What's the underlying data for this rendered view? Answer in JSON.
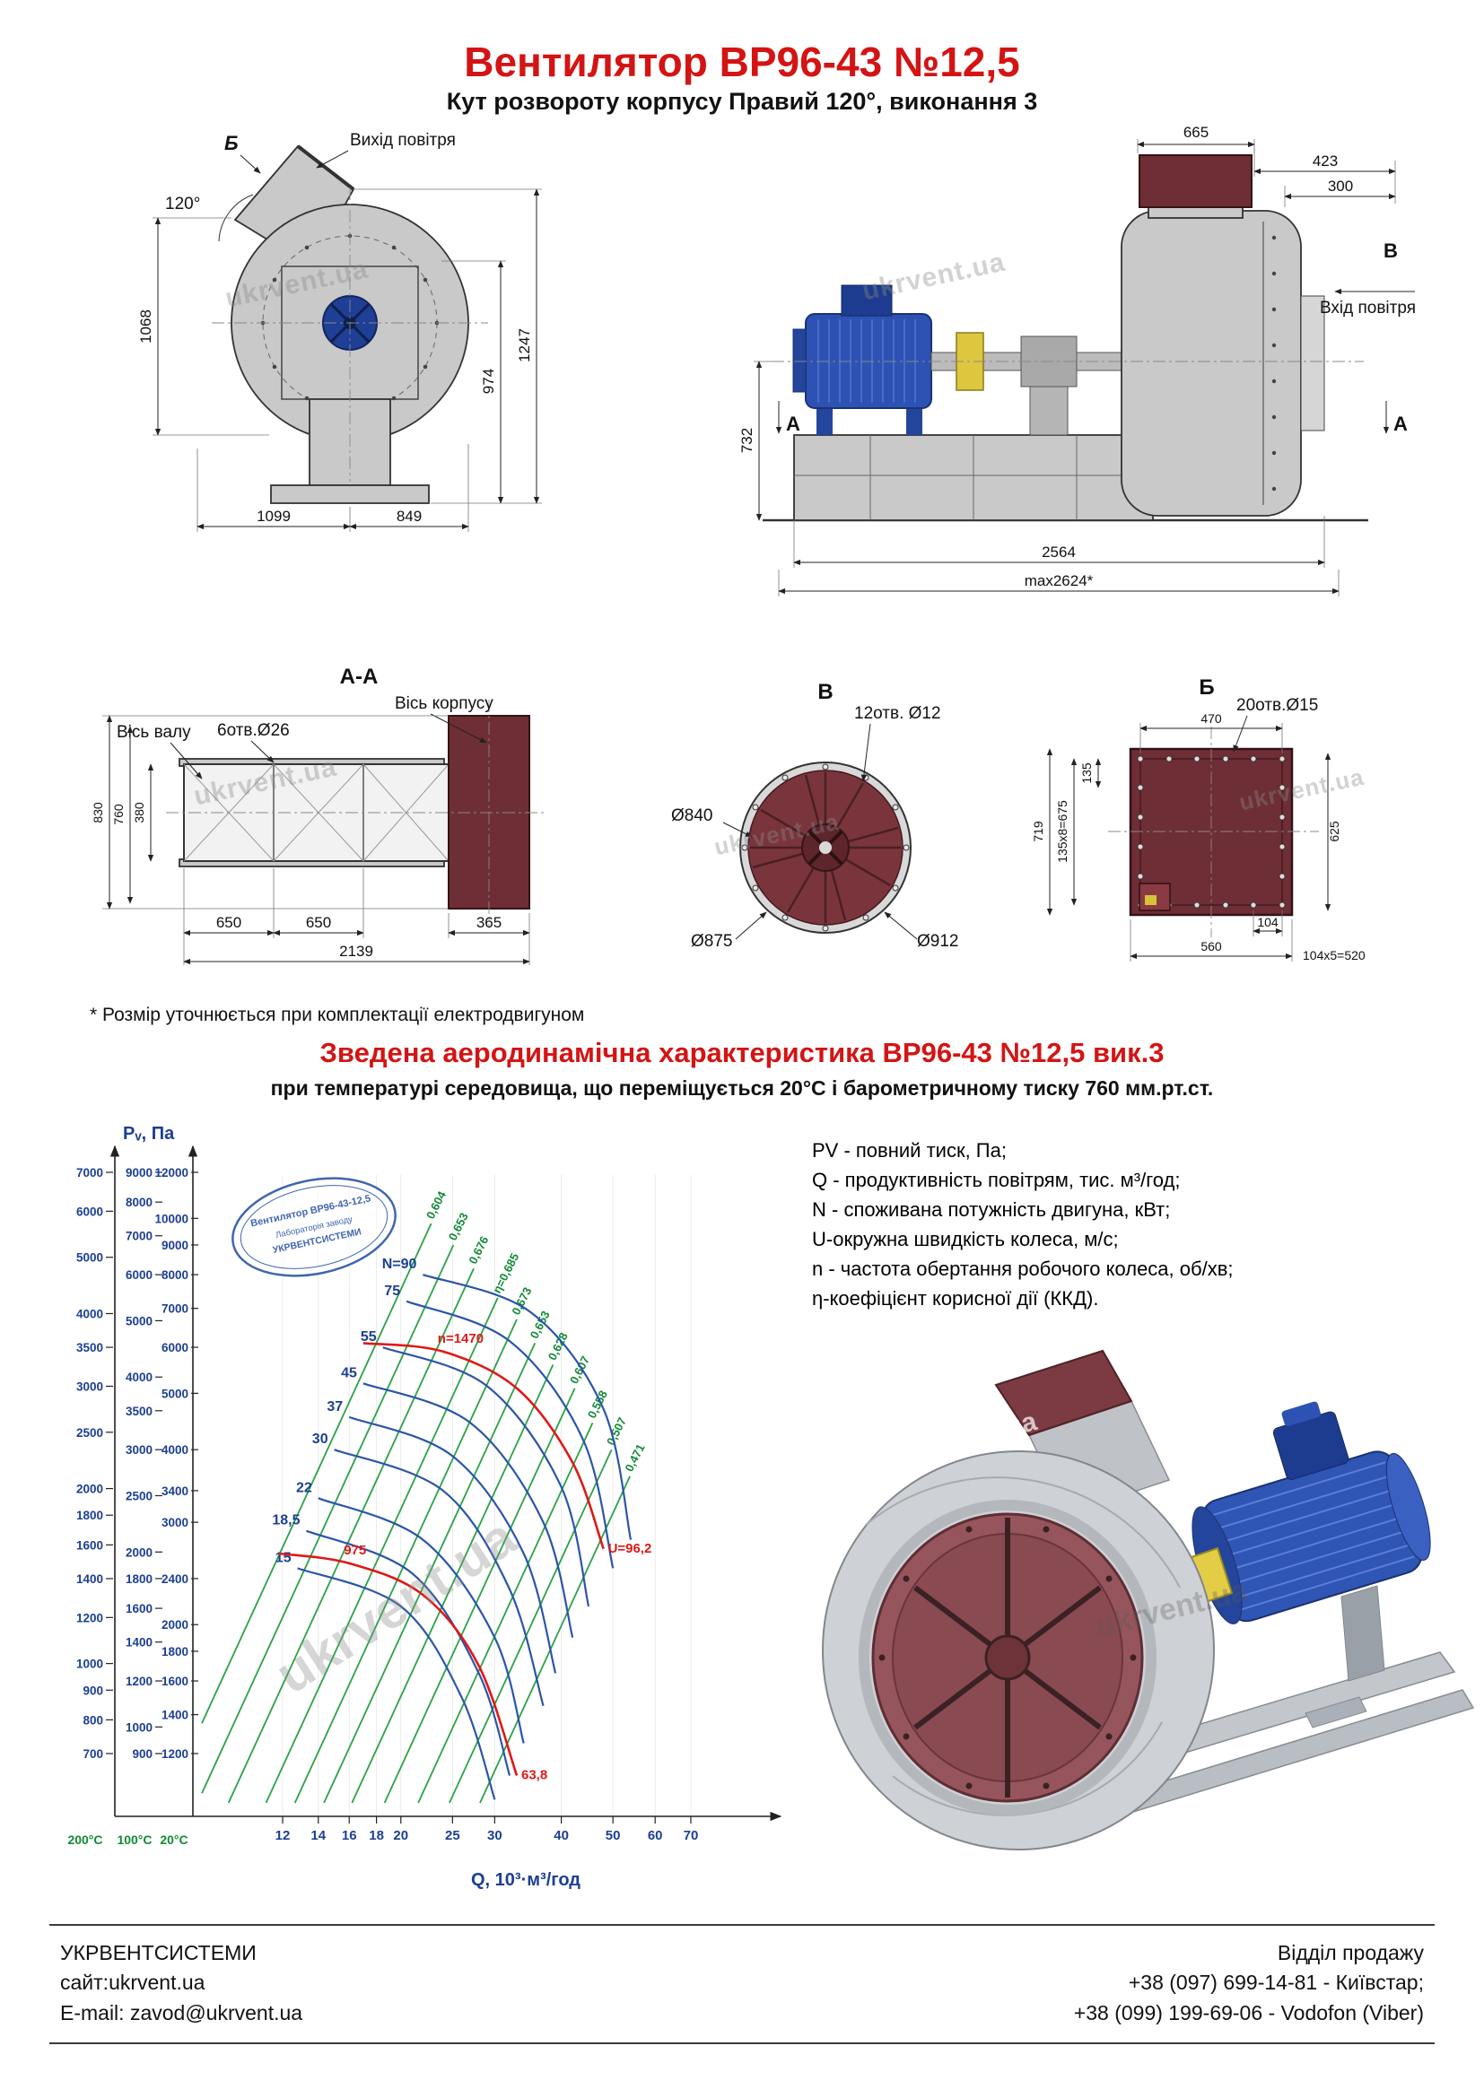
{
  "page": {
    "title": "Вентилятор  ВР96-43 №12,5",
    "subtitle": "Кут розвороту корпусу Правий 120°, виконання 3",
    "note": "* Розмір уточнюється при комплектації електродвигуном",
    "watermark": "ukrvent.ua"
  },
  "front_view": {
    "marker": "Б",
    "air_out_label": "Вихід повітря",
    "angle": "120°",
    "dim_left": "1068",
    "dim_right_outer": "1247",
    "dim_right_inner": "974",
    "dim_bottom_left": "1099",
    "dim_bottom_right": "849"
  },
  "side_view": {
    "marker_v": "В",
    "marker_a_left": "А",
    "marker_a_right": "А",
    "air_in_label": "Вхід повітря",
    "dim_top": "665",
    "dim_right1": "423",
    "dim_right2": "300",
    "dim_left": "732",
    "dim_len": "2564",
    "dim_maxlen": "max2624*"
  },
  "section_aa": {
    "title": "А-А",
    "axis_body": "Вісь корпусу",
    "axis_shaft": "Вісь валу",
    "holes": "6отв.Ø26",
    "dim_h1": "830",
    "dim_h2": "760",
    "dim_h3": "380",
    "dim_b1": "650",
    "dim_b2": "650",
    "dim_b3": "365",
    "dim_total": "2139"
  },
  "view_v": {
    "title": "В",
    "holes": "12отв. Ø12",
    "d1": "Ø840",
    "d2": "Ø875",
    "d3": "Ø912"
  },
  "view_b": {
    "title": "Б",
    "holes": "20отв.Ø15",
    "dim_top": "470",
    "dim_left_outer": "719",
    "dim_left_pitch": "135х8=675",
    "dim_left_inner": "135",
    "dim_right": "625",
    "dim_small": "104",
    "dim_bottom": "560",
    "dim_bottom_pitch": "104х5=520"
  },
  "aero": {
    "heading": "Зведена аеродинамічна характеристика ВР96-43 №12,5 вик.3",
    "conditions": "при температурі середовища, що переміщується 20°С і барометричному тиску 760 мм.рт.ст.",
    "stamp_line1": "Вентилятор ВР96-43-12,5",
    "stamp_line2": "Лабораторія заводу",
    "stamp_line3": "УКРВЕНТСИСТЕМИ",
    "legend": [
      "PV - повний тиск, Па;",
      "Q - продуктивність повітрям, тис. м³/год;",
      "N - споживана потужність двигуна, кВт;",
      "U-окружна швидкість колеса, м/с;",
      "n - частота обертання робочого колеса, об/хв;",
      "η-коефіцієнт корисної дії (ККД)."
    ]
  },
  "chart_data": {
    "type": "line",
    "title": "Зведена аеродинамічна характеристика ВР96-43 №12,5 вик.3",
    "xlabel": "Q, 10³·м³/год",
    "ylabel": "Pᵥ, Па",
    "x_scale": "log",
    "y_scale": "log",
    "x_ticks": [
      "12",
      "14",
      "16",
      "18",
      "20",
      "25",
      "30",
      "40",
      "50",
      "60",
      "70"
    ],
    "temp_scales": [
      {
        "temp": "200°C",
        "ticks": [
          "7000",
          "6000",
          "5000",
          "4000",
          "3500",
          "3000",
          "2500",
          "2000",
          "1800",
          "1600",
          "1400",
          "1200",
          "1000",
          "900",
          "800",
          "700"
        ]
      },
      {
        "temp": "100°C",
        "ticks": [
          "9000",
          "8000",
          "7000",
          "6000",
          "5000",
          "4000",
          "3500",
          "3000",
          "2500",
          "2000",
          "1800",
          "1600",
          "1400",
          "1200",
          "1000",
          "900"
        ]
      },
      {
        "temp": "20°C",
        "ticks": [
          "12000",
          "10000",
          "9000",
          "8000",
          "7000",
          "6000",
          "5000",
          "4000",
          "3400",
          "3000",
          "2400",
          "2000",
          "1800",
          "1600",
          "1400",
          "1200"
        ]
      }
    ],
    "power_curves": [
      {
        "name": "15",
        "points": [
          [
            12.8,
            2500
          ],
          [
            20,
            2150
          ],
          [
            26,
            1500
          ],
          [
            30,
            1000
          ]
        ]
      },
      {
        "name": "18,5",
        "points": [
          [
            13.3,
            2900
          ],
          [
            21,
            2450
          ],
          [
            28,
            1650
          ],
          [
            32,
            1100
          ]
        ]
      },
      {
        "name": "22",
        "points": [
          [
            14,
            3300
          ],
          [
            22,
            2800
          ],
          [
            30,
            1900
          ],
          [
            34,
            1250
          ]
        ]
      },
      {
        "name": "30",
        "points": [
          [
            15,
            4000
          ],
          [
            24,
            3400
          ],
          [
            32,
            2300
          ],
          [
            37,
            1450
          ]
        ]
      },
      {
        "name": "37",
        "points": [
          [
            16,
            4550
          ],
          [
            25,
            3900
          ],
          [
            34,
            2650
          ],
          [
            39,
            1650
          ]
        ]
      },
      {
        "name": "45",
        "points": [
          [
            17,
            5200
          ],
          [
            27,
            4450
          ],
          [
            37,
            3000
          ],
          [
            42,
            1900
          ]
        ]
      },
      {
        "name": "55",
        "points": [
          [
            18.5,
            6000
          ],
          [
            29,
            5150
          ],
          [
            40,
            3450
          ],
          [
            45,
            2150
          ]
        ]
      },
      {
        "name": "75",
        "points": [
          [
            20.5,
            7200
          ],
          [
            32,
            6150
          ],
          [
            44,
            4150
          ],
          [
            50,
            2500
          ]
        ]
      },
      {
        "name": "N=90",
        "points": [
          [
            22,
            8000
          ],
          [
            35,
            6900
          ],
          [
            48,
            4700
          ],
          [
            54,
            2800
          ]
        ]
      }
    ],
    "efficiency_lines": [
      {
        "label": "0,604",
        "q": 22.8,
        "p": 9800
      },
      {
        "label": "0,653",
        "q": 25.1,
        "p": 9000
      },
      {
        "label": "0,676",
        "q": 27.4,
        "p": 8200
      },
      {
        "label": "η=0,685",
        "q": 30.4,
        "p": 7300
      },
      {
        "label": "0,673",
        "q": 33,
        "p": 6700
      },
      {
        "label": "0,653",
        "q": 35.7,
        "p": 6100
      },
      {
        "label": "0,628",
        "q": 38.6,
        "p": 5600
      },
      {
        "label": "0,607",
        "q": 42.4,
        "p": 5100
      },
      {
        "label": "0,558",
        "q": 45.8,
        "p": 4450
      },
      {
        "label": "0,507",
        "q": 49.7,
        "p": 4000
      },
      {
        "label": "0,471",
        "q": 53.8,
        "p": 3600
      }
    ],
    "speed_curves": [
      {
        "label": "n=1470",
        "end_label": "U=96,2",
        "label_index": 1,
        "points": [
          [
            17,
            6100
          ],
          [
            24,
            5900
          ],
          [
            33,
            5100
          ],
          [
            42,
            3800
          ],
          [
            48,
            2700
          ]
        ]
      },
      {
        "label": "975",
        "end_label": "63,8",
        "label_index": 1,
        "points": [
          [
            11.8,
            2650
          ],
          [
            16,
            2550
          ],
          [
            22,
            2250
          ],
          [
            28,
            1700
          ],
          [
            33,
            1100
          ]
        ]
      }
    ]
  },
  "footer": {
    "company": "УКРВЕНТСИСТЕМИ",
    "site": "сайт:ukrvent.ua",
    "email": "E-mail: zavod@ukrvent.ua",
    "sales": "Відділ продажу",
    "phone1": "+38 (097) 699-14-81 - Київстар;",
    "phone2": "+38 (099) 199-69-06 - Vodofon (Viber)"
  }
}
